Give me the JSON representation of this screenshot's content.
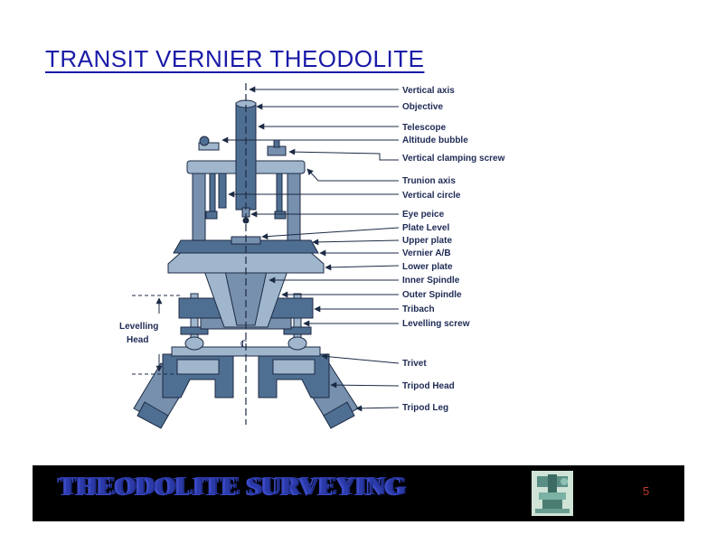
{
  "slide": {
    "title": "TRANSIT  VERNIER  THEODOLITE",
    "page_number": "5"
  },
  "diagram": {
    "labels": [
      "Vertical axis",
      "Objective",
      "Telescope",
      "Altitude bubble",
      "Vertical clamping screw",
      "Trunion axis",
      "Vertical circle",
      "Eye peice",
      "Plate Level",
      "Upper plate",
      "Vernier A/B",
      "Lower plate",
      "Inner Spindle",
      "Outer Spindle",
      "Tribach",
      "Levelling screw",
      "Trivet",
      "Tripod Head",
      "Tripod Leg"
    ],
    "levelling_head": [
      "Levelling",
      "Head"
    ],
    "centerline_symbol": "ℂ",
    "colors": {
      "steel_dark": "#4f6f92",
      "steel_light": "#9fb6cc",
      "steel_mid": "#7690ad",
      "outline": "#1c2a44",
      "label": "#1e2a55"
    }
  },
  "footer": {
    "heading": "THEODOLITE  SURVEYING",
    "background": "#000000"
  }
}
